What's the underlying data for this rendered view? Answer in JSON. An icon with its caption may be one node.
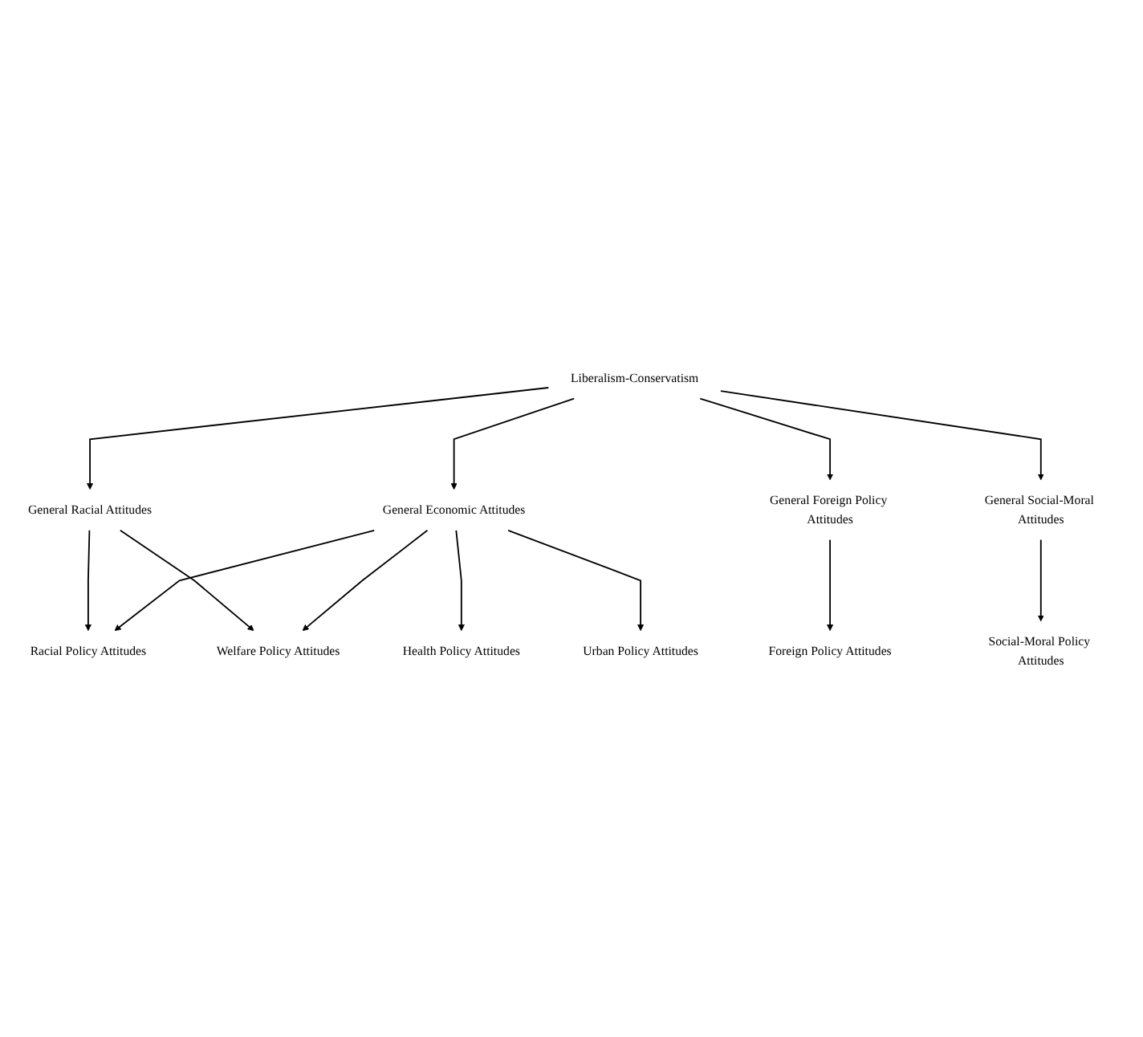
{
  "diagram": {
    "nodes": [
      {
        "text": [
          "Liberalism-Conservatism"
        ]
      },
      {
        "text": [
          "General Racial Attitudes"
        ]
      },
      {
        "text": [
          "General Economic Attitudes"
        ]
      },
      {
        "text": [
          "General Foreign Policy Attitudes"
        ]
      },
      {
        "text": [
          "General Social-Moral Attitudes"
        ]
      },
      {
        "text": [
          "Racial Policy Attitudes"
        ]
      },
      {
        "text": [
          "Welfare Policy Attitudes"
        ]
      },
      {
        "text": [
          "Health Policy Attitudes"
        ]
      },
      {
        "text": [
          "Urban Policy Attitudes"
        ]
      },
      {
        "text": [
          "Foreign Policy Attitudes"
        ]
      },
      {
        "text": [
          "Social-Moral Policy Attitudes"
        ]
      }
    ],
    "edges": [
      {
        "from": 0,
        "to": 1,
        "arrow": "to"
      },
      {
        "from": 0,
        "to": 2,
        "arrow": "to"
      },
      {
        "from": 0,
        "to": 3,
        "arrow": "to"
      },
      {
        "from": 0,
        "to": 4,
        "arrow": "to"
      },
      {
        "from": 1,
        "to": 5,
        "arrow": "to"
      },
      {
        "from": 1,
        "to": 6,
        "arrow": "to"
      },
      {
        "from": 2,
        "to": 5,
        "arrow": "to"
      },
      {
        "from": 2,
        "to": 6,
        "arrow": "to"
      },
      {
        "from": 2,
        "to": 7,
        "arrow": "to"
      },
      {
        "from": 2,
        "to": 8,
        "arrow": "to"
      },
      {
        "from": 3,
        "to": 9,
        "arrow": "to"
      },
      {
        "from": 4,
        "to": 10,
        "arrow": "to"
      }
    ]
  }
}
